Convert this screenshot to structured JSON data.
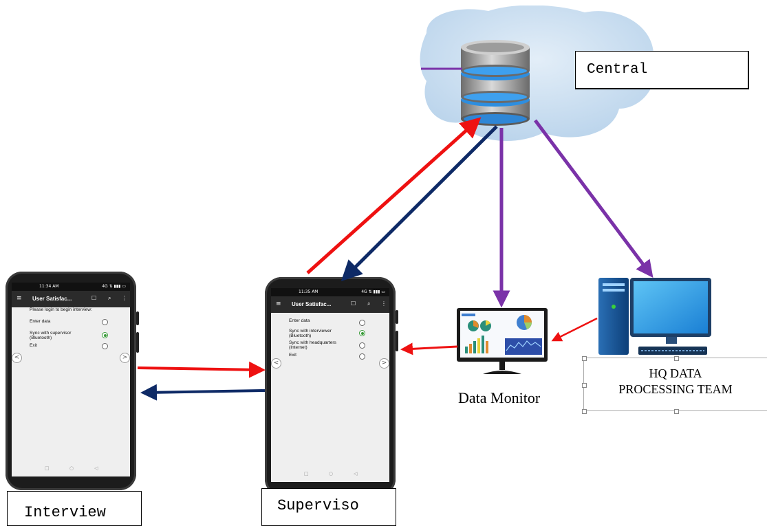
{
  "labels": {
    "central": "Central",
    "interviewer": "Interview",
    "supervisor": "Superviso",
    "data_monitor": "Data Monitor",
    "hq_line1": "HQ DATA",
    "hq_line2": "PROCESSING TEAM"
  },
  "interviewer_phone": {
    "time": "11:34 AM",
    "signal": "4G ⇅ ▮▮▮ ▭",
    "app_title": "User Satisfac...",
    "prompt": "Please login to begin interview:",
    "options": [
      {
        "label": "Enter data",
        "selected": false
      },
      {
        "label": "Sync with supervisor (Bluetooth)",
        "selected": true
      },
      {
        "label": "Exit",
        "selected": false
      }
    ]
  },
  "supervisor_phone": {
    "time": "11:35 AM",
    "signal": "4G ⇅ ▮▮▮ ▭",
    "app_title": "User Satisfac...",
    "options": [
      {
        "label": "Enter data",
        "selected": false
      },
      {
        "label": "Sync with interviewer (Bluetooth)",
        "selected": true
      },
      {
        "label": "Sync with headquarters (Internet)",
        "selected": false
      },
      {
        "label": "Exit",
        "selected": false
      }
    ]
  },
  "icons": {
    "menu": "≡",
    "edit": "☐",
    "search": "⌕",
    "more": "⋮",
    "prev": "<",
    "next": ">",
    "nav_square": "□",
    "nav_circle": "○",
    "nav_back": "◁"
  },
  "colors": {
    "upload_arrow": "#ee1111",
    "download_arrow": "#0e2a66",
    "purple_arrow": "#7a32a8",
    "cloud": "#c7dcee"
  }
}
